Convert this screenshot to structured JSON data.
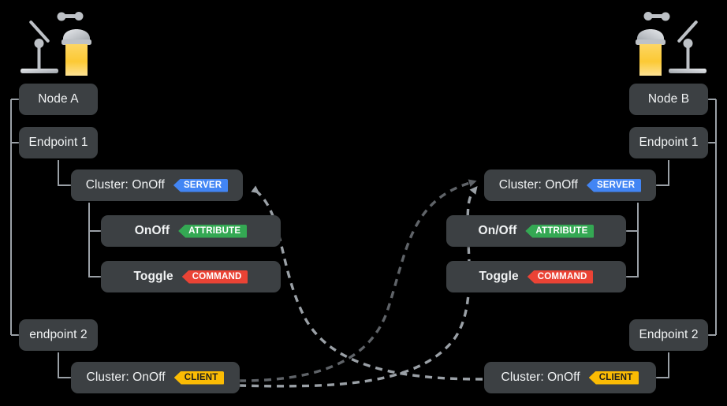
{
  "theme": {
    "background": "#000000",
    "node_fill": "#3c4043",
    "node_text": "#f1f3f4",
    "wire": "#9aa0a6",
    "dash_dark": "#5f6368",
    "dash_light": "#9aa0a6",
    "server_color": "#4285f4",
    "client_color": "#fbbc04",
    "attribute_color": "#34a853",
    "command_color": "#ea4335",
    "lamp_metal": "#bdc1c6",
    "lamp_light": "#fcc934"
  },
  "left": {
    "lamp_alt": "desk-lamp",
    "node": "Node A",
    "endpoint1": "Endpoint 1",
    "cluster_server": "Cluster: OnOff",
    "badge_server": "SERVER",
    "attribute_name": "OnOff",
    "badge_attribute": "ATTRIBUTE",
    "command_name": "Toggle",
    "badge_command": "COMMAND",
    "endpoint2": "endpoint 2",
    "cluster_client": "Cluster: OnOff",
    "badge_client": "CLIENT"
  },
  "right": {
    "lamp_alt": "desk-lamp",
    "node": "Node B",
    "endpoint1": "Endpoint 1",
    "cluster_server": "Cluster: OnOff",
    "badge_server": "SERVER",
    "attribute_name": "On/Off",
    "badge_attribute": "ATTRIBUTE",
    "command_name": "Toggle",
    "badge_command": "COMMAND",
    "endpoint2": "Endpoint 2",
    "cluster_client": "Cluster: OnOff",
    "badge_client": "CLIENT"
  }
}
